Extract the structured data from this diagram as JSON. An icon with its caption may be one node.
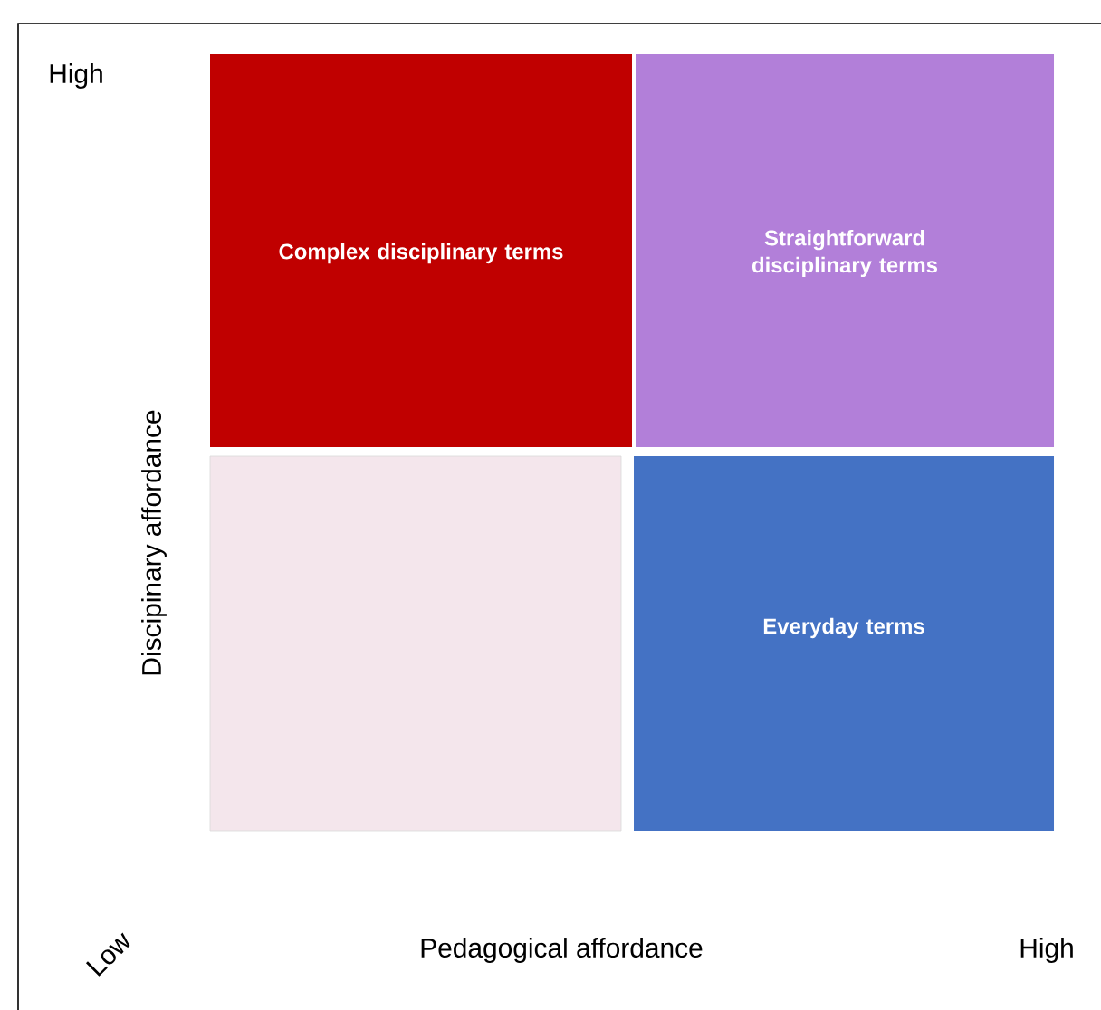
{
  "diagram": {
    "nodes": [
      {
        "text": [
          "Complex disciplinary terms"
        ]
      },
      {
        "text": [
          "Straightforward disciplinary terms"
        ]
      },
      {
        "text": [],
        "shape": "box"
      },
      {
        "text": [
          "Everyday terms"
        ]
      }
    ],
    "labels": [
      "High",
      "Discipinary affordance",
      "Low",
      "Pedagogical affordance",
      "High"
    ]
  }
}
